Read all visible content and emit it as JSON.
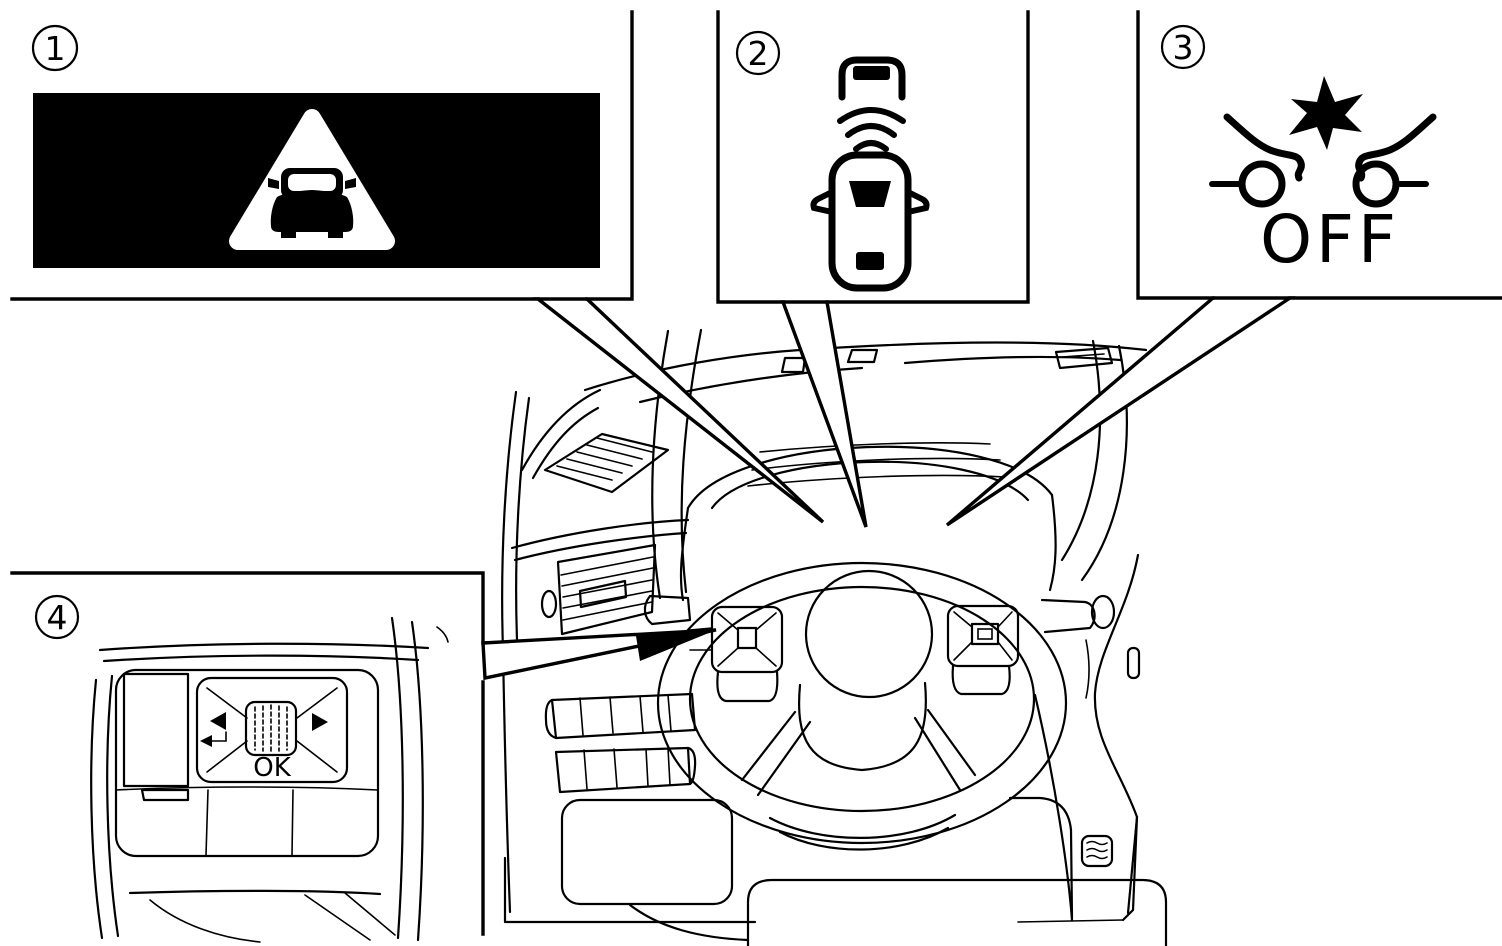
{
  "page": {
    "background_color": "#ffffff",
    "ink_color": "#000000",
    "type": "owner-manual-illustration"
  },
  "callouts": {
    "box1": {
      "number": "1",
      "icon": "forward-collision-warning-display-icon"
    },
    "box2": {
      "number": "2",
      "icon": "radar-detects-vehicle-ahead-icon"
    },
    "box3": {
      "number": "3",
      "icon": "collision-warning-system-off-icon",
      "off_label": "OFF"
    },
    "box4": {
      "number": "4",
      "icon": "steering-wheel-scroll-switch-icon",
      "ok_label": "OK",
      "left_arrow_icon": "left-triangle",
      "right_arrow_icon": "right-triangle",
      "back_arrow_icon": "return-arrow"
    }
  },
  "illustration": {
    "name": "dashboard-and-steering-wheel-line-drawing"
  }
}
